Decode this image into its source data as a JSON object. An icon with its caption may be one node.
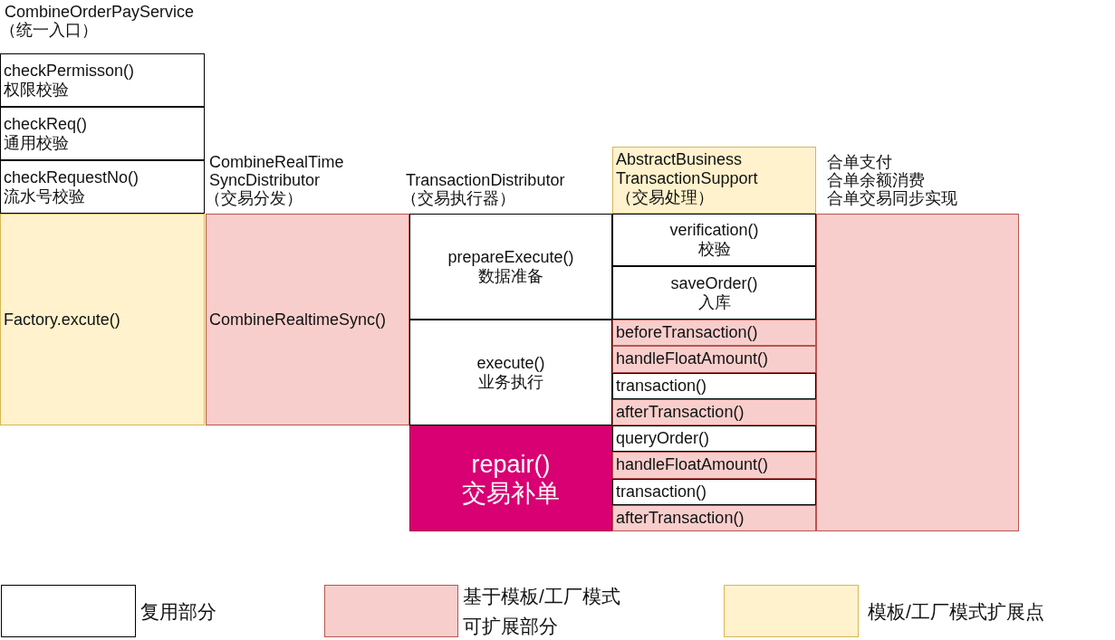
{
  "diagram": {
    "nodes": [
      {
        "text": [
          "checkPermisson()",
          "权限校验"
        ]
      },
      {
        "text": [
          "checkReq()",
          "通用校验"
        ]
      },
      {
        "text": [
          "checkRequestNo()",
          "流水号校验"
        ]
      },
      {
        "text": [
          "Factory.excute()"
        ]
      },
      {
        "text": [
          "CombineRealtimeSync()"
        ]
      },
      {
        "text": [
          "prepareExecute()",
          "数据准备"
        ]
      },
      {
        "text": [
          "execute()",
          "业务执行"
        ]
      },
      {
        "text": [
          "repair()",
          "交易补单"
        ]
      },
      {
        "text": [
          "AbstractBusiness TransactionSupport",
          "（交易处理）"
        ]
      },
      {
        "text": [
          "verification()",
          "校验"
        ]
      },
      {
        "text": [
          "saveOrder()",
          "入库"
        ]
      },
      {
        "text": [
          "beforeTransaction()"
        ]
      },
      {
        "text": [
          "handleFloatAmount()"
        ]
      },
      {
        "text": [
          "transaction()"
        ]
      },
      {
        "text": [
          "afterTransaction()"
        ]
      },
      {
        "text": [
          "queryOrder()"
        ]
      },
      {
        "text": [
          "handleFloatAmount()"
        ]
      },
      {
        "text": [
          "transaction()"
        ]
      },
      {
        "text": [
          "afterTransaction()"
        ]
      },
      {
        "text": [],
        "shape": "box"
      }
    ],
    "labels": [
      "CombineOrderPayService",
      "（统一入口）",
      "CombineRealTime SyncDistributor",
      "（交易分发）",
      "TransactionDistributor",
      "（交易执行器）",
      "合单支付",
      "合单余额消费",
      "合单交易同步实现"
    ],
    "legend": [
      {
        "text": "复用部分",
        "color": "#ffffff"
      },
      {
        "text": "基于模板/工厂模式可扩展部分",
        "color": "#f8cecc"
      },
      {
        "text": "模板/工厂模式扩展点",
        "color": "#fff2cc"
      }
    ]
  }
}
